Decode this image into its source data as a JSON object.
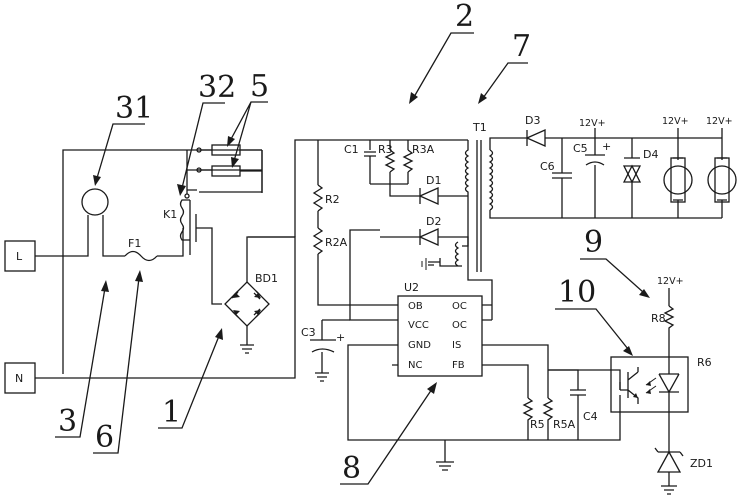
{
  "components": {
    "L": "L",
    "N": "N",
    "F1": "F1",
    "K1": "K1",
    "BD1": "BD1",
    "R2": "R2",
    "R2A": "R2A",
    "C1": "C1",
    "R3": "R3",
    "R3A": "R3A",
    "D1": "D1",
    "D2": "D2",
    "T1": "T1",
    "D3": "D3",
    "C6": "C6",
    "C5": "C5",
    "D4": "D4",
    "C3": "C3",
    "U2": "U2",
    "R5": "R5",
    "R5A": "R5A",
    "C4": "C4",
    "R8": "R8",
    "R6": "R6",
    "ZD1": "ZD1",
    "v12_a": "12V+",
    "v12_b": "12V+",
    "v12_c": "12V+",
    "v12_d": "12V+",
    "plus_c5": "+",
    "plus_c3": "+"
  },
  "ic_pins": {
    "ob": "OB",
    "vcc": "VCC",
    "gnd": "GND",
    "nc": "NC",
    "oc1": "OC",
    "oc2": "OC",
    "is": "IS",
    "fb": "FB"
  },
  "callouts": {
    "n1": "1",
    "n2": "2",
    "n3": "3",
    "n5": "5",
    "n6": "6",
    "n7": "7",
    "n8": "8",
    "n9": "9",
    "n10": "10",
    "n31": "31",
    "n32": "32"
  }
}
